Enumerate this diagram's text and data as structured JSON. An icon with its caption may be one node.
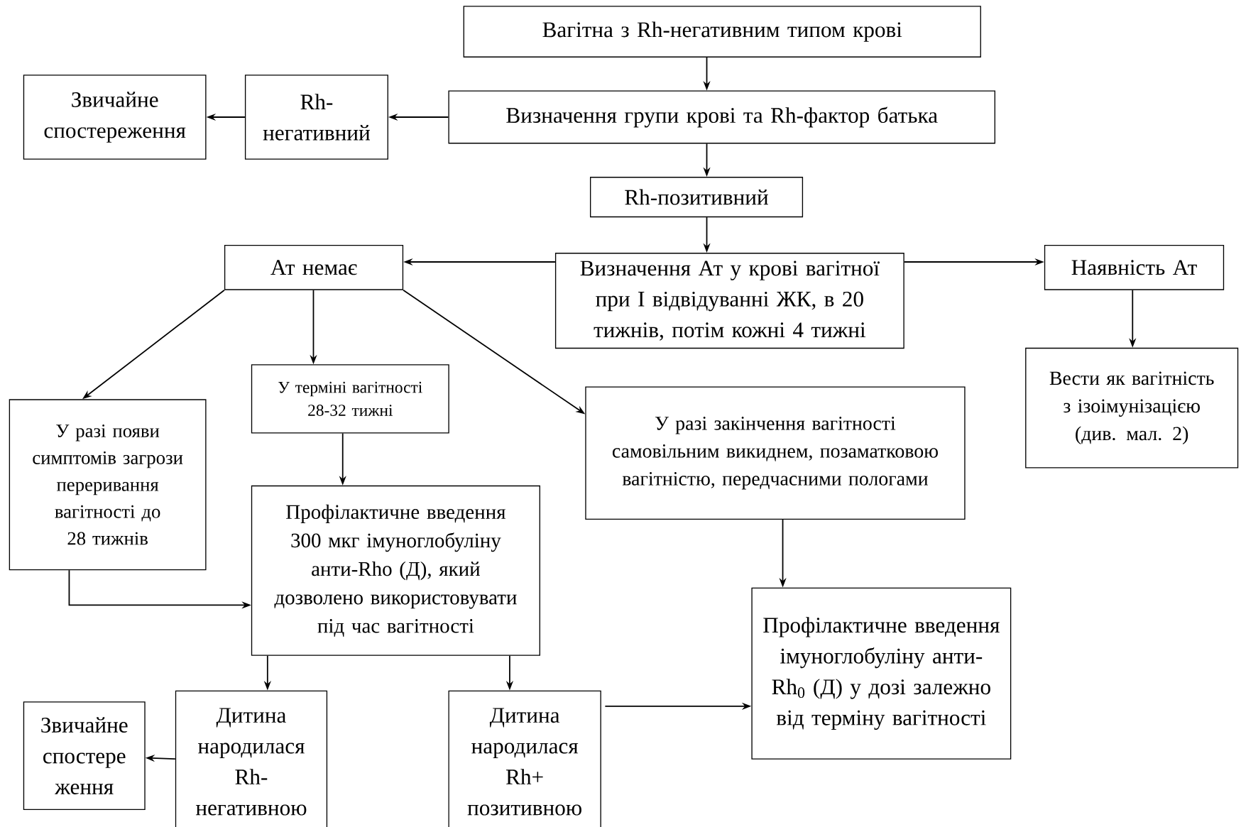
{
  "diagram": {
    "nodes": [
      {
        "text": [
          "Вагітна з Rh-негативним типом крові"
        ]
      },
      {
        "text": [
          "Визначення групи крові та Rh-фактор батька"
        ]
      },
      {
        "text": [
          "Rh-негативний"
        ]
      },
      {
        "text": [
          "Звичайне спостереження"
        ]
      },
      {
        "text": [
          "Rh-позитивний"
        ]
      },
      {
        "text": [
          "Визначення Ат у крові вагітної при І відвідуванні ЖК, в 20 тижнів, потім кожні 4 тижні"
        ]
      },
      {
        "text": [
          "Ат немає"
        ]
      },
      {
        "text": [
          "Наявність Ат"
        ]
      },
      {
        "text": [
          "Вести як вагітність з ізоімунізацією (див. мал. 2)"
        ]
      },
      {
        "text": [
          "У разі появи симптомів загрози переривання вагітності до 28 тижнів"
        ]
      },
      {
        "text": [
          "У терміні вагітності 28-32 тижні"
        ]
      },
      {
        "text": [
          "У разі закінчення вагітності самовільним викиднем, позаматковою вагітністю, передчасними пологами"
        ]
      },
      {
        "text": [
          "Профілактичне введення 300 мкг імуноглобуліну анти-Rho (Д), який дозволено використовувати під час вагітності"
        ]
      },
      {
        "text": [
          "Профілактичне введення імуноглобуліну анти-Rh$_{0}$ (Д) у дозі залежно від терміну вагітності"
        ]
      },
      {
        "text": [
          "Дитина народилася Rh- негативною"
        ]
      },
      {
        "text": [
          "Дитина народилася Rh+ позитивною"
        ]
      },
      {
        "text": [
          "Звичайне спостере ження"
        ]
      }
    ],
    "edges": [
      {
        "from": 0,
        "to": 1,
        "arrow": "to"
      },
      {
        "from": 1,
        "to": 2,
        "arrow": "to"
      },
      {
        "from": 2,
        "to": 3,
        "arrow": "to"
      },
      {
        "from": 1,
        "to": 4,
        "arrow": "to"
      },
      {
        "from": 4,
        "to": 5,
        "arrow": "to"
      },
      {
        "from": 5,
        "to": 6,
        "arrow": "to"
      },
      {
        "from": 5,
        "to": 7,
        "arrow": "to"
      },
      {
        "from": 7,
        "to": 8,
        "arrow": "to"
      },
      {
        "from": 6,
        "to": 9,
        "arrow": "to"
      },
      {
        "from": 6,
        "to": 10,
        "arrow": "to"
      },
      {
        "from": 6,
        "to": 11,
        "arrow": "to"
      },
      {
        "from": 10,
        "to": 12,
        "arrow": "to"
      },
      {
        "from": 9,
        "to": 12,
        "arrow": "to"
      },
      {
        "from": 11,
        "to": 13,
        "arrow": "to"
      },
      {
        "from": 12,
        "to": 14,
        "arrow": "to"
      },
      {
        "from": 12,
        "to": 15,
        "arrow": "to"
      },
      {
        "from": 14,
        "to": 16,
        "arrow": "to"
      },
      {
        "from": 15,
        "to": 13,
        "arrow": "to"
      }
    ]
  }
}
